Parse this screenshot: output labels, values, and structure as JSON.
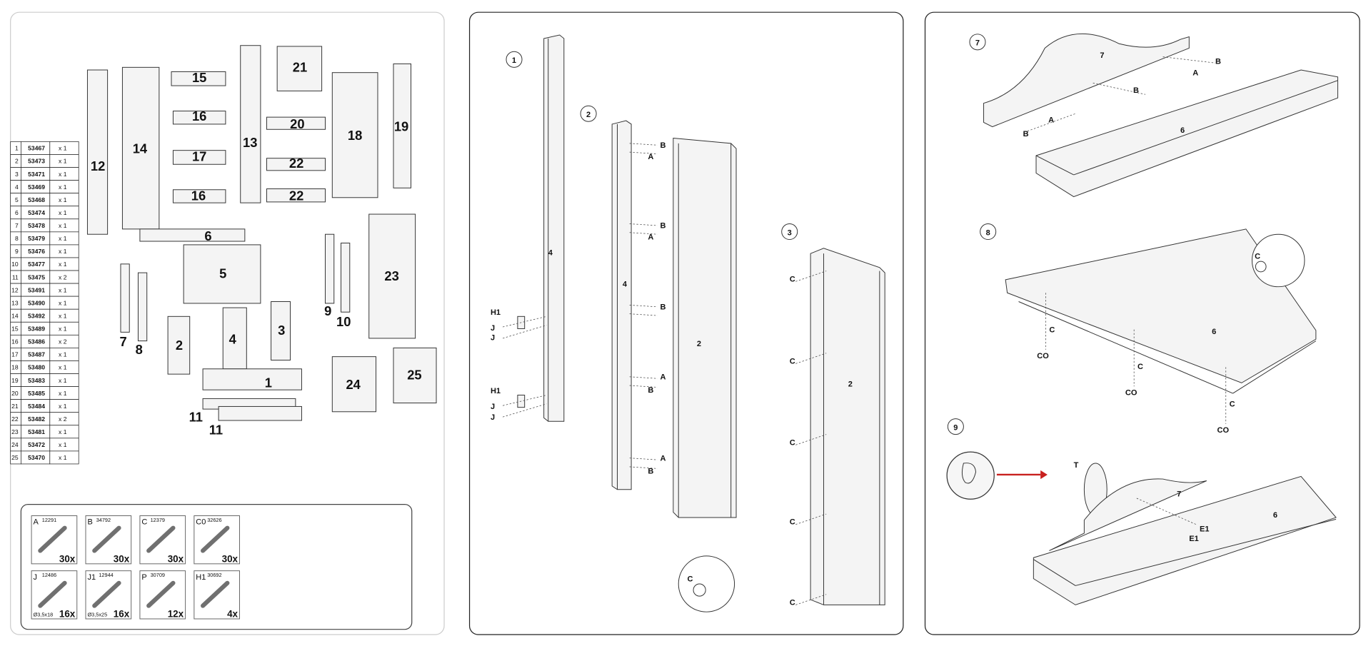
{
  "parts_list": [
    {
      "no": "1",
      "code": "53467",
      "qty": "x 1"
    },
    {
      "no": "2",
      "code": "53473",
      "qty": "x 1"
    },
    {
      "no": "3",
      "code": "53471",
      "qty": "x 1"
    },
    {
      "no": "4",
      "code": "53469",
      "qty": "x 1"
    },
    {
      "no": "5",
      "code": "53468",
      "qty": "x 1"
    },
    {
      "no": "6",
      "code": "53474",
      "qty": "x 1"
    },
    {
      "no": "7",
      "code": "53478",
      "qty": "x 1"
    },
    {
      "no": "8",
      "code": "53479",
      "qty": "x 1"
    },
    {
      "no": "9",
      "code": "53476",
      "qty": "x 1"
    },
    {
      "no": "10",
      "code": "53477",
      "qty": "x 1"
    },
    {
      "no": "11",
      "code": "53475",
      "qty": "x 2"
    },
    {
      "no": "12",
      "code": "53491",
      "qty": "x 1"
    },
    {
      "no": "13",
      "code": "53490",
      "qty": "x 1"
    },
    {
      "no": "14",
      "code": "53492",
      "qty": "x 1"
    },
    {
      "no": "15",
      "code": "53489",
      "qty": "x 1"
    },
    {
      "no": "16",
      "code": "53486",
      "qty": "x 2"
    },
    {
      "no": "17",
      "code": "53487",
      "qty": "x 1"
    },
    {
      "no": "18",
      "code": "53480",
      "qty": "x 1"
    },
    {
      "no": "19",
      "code": "53483",
      "qty": "x 1"
    },
    {
      "no": "20",
      "code": "53485",
      "qty": "x 1"
    },
    {
      "no": "21",
      "code": "53484",
      "qty": "x 1"
    },
    {
      "no": "22",
      "code": "53482",
      "qty": "x 2"
    },
    {
      "no": "23",
      "code": "53481",
      "qty": "x 1"
    },
    {
      "no": "24",
      "code": "53472",
      "qty": "x 1"
    },
    {
      "no": "25",
      "code": "53470",
      "qty": "x 1"
    }
  ],
  "exploded_labels": [
    "12",
    "14",
    "15",
    "16",
    "17",
    "16",
    "13",
    "21",
    "20",
    "22",
    "22",
    "18",
    "19",
    "6",
    "5",
    "7",
    "8",
    "2",
    "4",
    "3",
    "9",
    "10",
    "23",
    "1",
    "11",
    "11",
    "24",
    "25"
  ],
  "hardware": [
    {
      "letter": "A",
      "code": "12291",
      "qty": "30x",
      "icon": "dowel-icon"
    },
    {
      "letter": "B",
      "code": "34792",
      "qty": "30x",
      "icon": "cam-bolt-icon"
    },
    {
      "letter": "C",
      "code": "12379",
      "qty": "30x",
      "icon": "cam-lock-icon"
    },
    {
      "letter": "C0",
      "code": "32626",
      "qty": "30x",
      "icon": "cover-cap-icon"
    },
    {
      "letter": "J",
      "code": "12486",
      "qty": "16x",
      "size": "Ø3,5x18",
      "icon": "screw-icon"
    },
    {
      "letter": "J1",
      "code": "12944",
      "qty": "16x",
      "size": "Ø3,5x25",
      "icon": "screw-icon"
    },
    {
      "letter": "P",
      "code": "30709",
      "qty": "12x",
      "icon": "shelf-pin-icon"
    },
    {
      "letter": "H1",
      "code": "30692",
      "qty": "4x",
      "icon": "hinge-icon"
    }
  ],
  "steps": {
    "s1": {
      "num": "1",
      "post": "4",
      "h1a": "H1",
      "ja": "J",
      "jb": "J",
      "h1b": "H1",
      "jc": "J",
      "jd": "J"
    },
    "s2": {
      "num": "2",
      "post": "4",
      "panel": "2",
      "B": "B",
      "A": "A",
      "C": "C"
    },
    "s3": {
      "num": "3",
      "panel": "2",
      "C": "C"
    },
    "s7": {
      "num": "7",
      "top": "7",
      "board": "6",
      "A": "A",
      "B": "B"
    },
    "s8": {
      "num": "8",
      "board": "6",
      "C": "C",
      "CO": "CO"
    },
    "s9": {
      "num": "9",
      "T": "T",
      "top": "7",
      "board": "6",
      "E1": "E1"
    }
  },
  "colors": {
    "arrow": "#c8201e",
    "line": "#333333"
  }
}
